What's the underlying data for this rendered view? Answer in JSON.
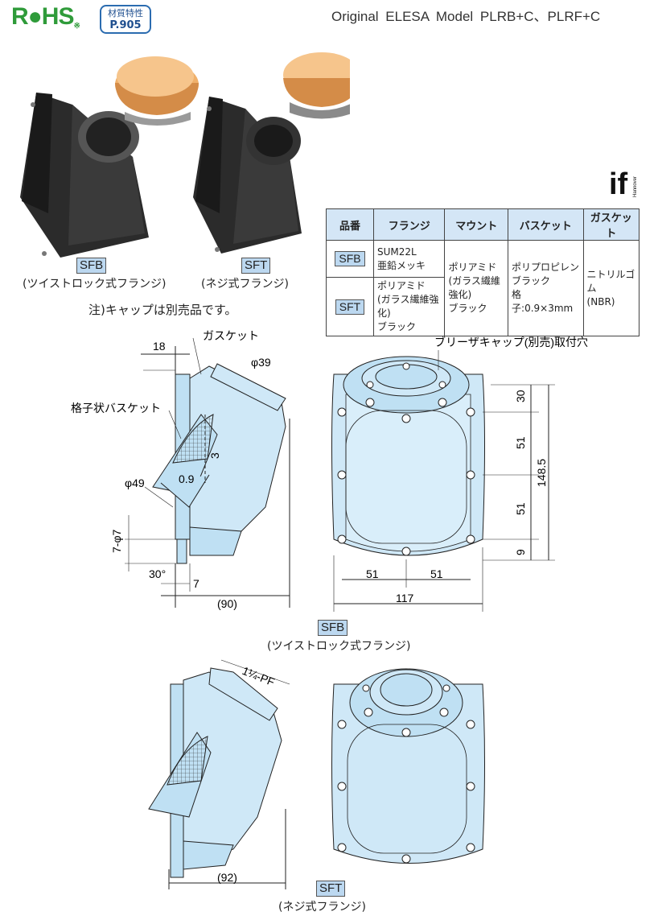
{
  "header": {
    "rohs": "R●HS",
    "rohs_mark": "※",
    "material_label": "材質特性",
    "material_page": "P.905",
    "title": "Original ELESA Model PLRB+C、PLRF+C"
  },
  "photos": {
    "left_code": "SFB",
    "left_caption": "(ツイストロック式フランジ)",
    "right_code": "SFT",
    "right_caption": "(ネジ式フランジ)",
    "note": "注)キャップは別売品です。"
  },
  "spec_table": {
    "headers": [
      "品番",
      "フランジ",
      "マウント",
      "バスケット",
      "ガスケット"
    ],
    "rows": [
      {
        "code": "SFB",
        "flange": [
          "SUM22L",
          "亜鉛メッキ"
        ]
      },
      {
        "code": "SFT",
        "flange": [
          "ポリアミド",
          "(ガラス繊維強化)",
          "ブラック"
        ]
      }
    ],
    "mount": [
      "ポリアミド",
      "(ガラス繊維強化)",
      "ブラック"
    ],
    "basket": [
      "ポリプロピレン",
      "ブラック",
      "格子:0.9×3mm"
    ],
    "gasket": [
      "ニトリルゴム",
      "(NBR)"
    ]
  },
  "drawing_sfb": {
    "gasket_label": "ガスケット",
    "basket_label": "格子状バスケット",
    "breather_label": "ブリーザキャップ(別売)取付穴",
    "dim_18": "18",
    "dim_d39": "φ39",
    "dim_3": "3",
    "dim_09": "0.9",
    "dim_d49": "φ49",
    "dim_7phi7": "7-φ7",
    "dim_30deg": "30°",
    "dim_7": "7",
    "dim_90": "(90)",
    "dim_30": "30",
    "dim_51a": "51",
    "dim_1485": "148.5",
    "dim_51b": "51",
    "dim_9": "9",
    "dim_51h1": "51",
    "dim_51h2": "51",
    "dim_117": "117",
    "code": "SFB",
    "caption": "(ツイストロック式フランジ)"
  },
  "drawing_sft": {
    "thread_label": "1¼-PF",
    "dim_92": "(92)",
    "code": "SFT",
    "caption": "(ネジ式フランジ)"
  },
  "logo": {
    "text": "if",
    "sub": "Hannover"
  }
}
